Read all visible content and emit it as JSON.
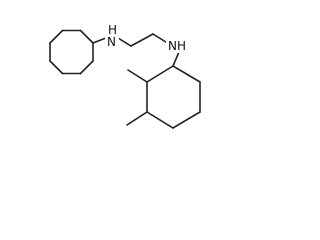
{
  "molecule": {
    "atoms": {
      "amine_left": "N",
      "amine_left_h": "H",
      "amine_right": "N",
      "amine_right_h": "H"
    },
    "colors": {
      "bond": "#222222",
      "text": "#111111",
      "background": "#ffffff"
    }
  }
}
